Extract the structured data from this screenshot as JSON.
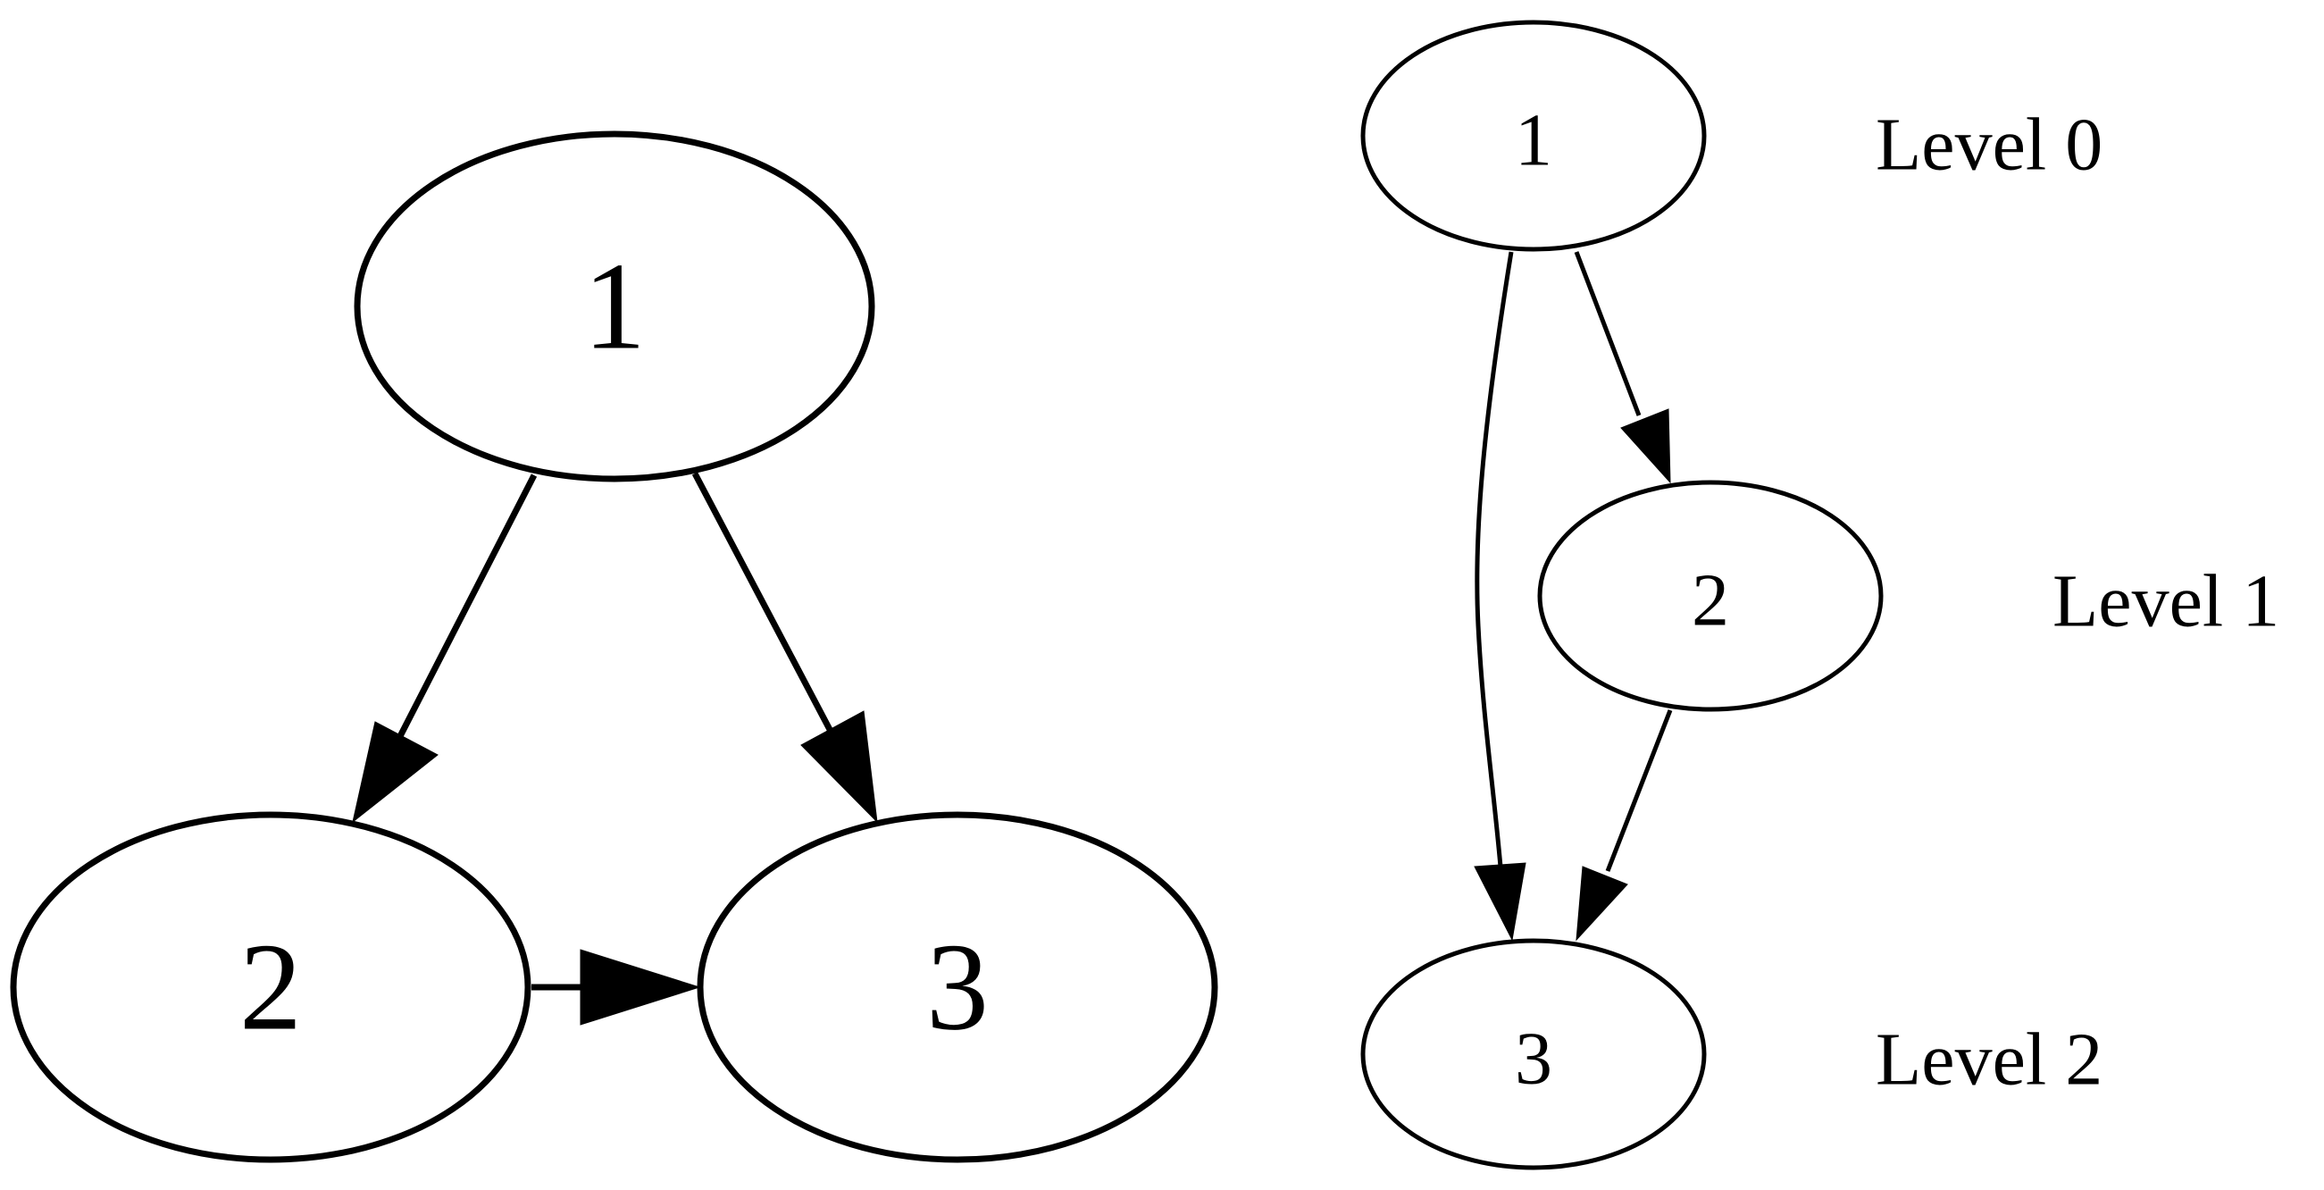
{
  "graphs": [
    {
      "nodes": [
        {
          "id": "1",
          "label": "1"
        },
        {
          "id": "2",
          "label": "2"
        },
        {
          "id": "3",
          "label": "3"
        }
      ],
      "edges": [
        {
          "from": "1",
          "to": "2"
        },
        {
          "from": "1",
          "to": "3"
        },
        {
          "from": "2",
          "to": "3"
        }
      ]
    },
    {
      "nodes": [
        {
          "id": "1",
          "label": "1",
          "level": 0
        },
        {
          "id": "2",
          "label": "2",
          "level": 1
        },
        {
          "id": "3",
          "label": "3",
          "level": 2
        }
      ],
      "edges": [
        {
          "from": "1",
          "to": "2"
        },
        {
          "from": "1",
          "to": "3"
        },
        {
          "from": "2",
          "to": "3"
        }
      ],
      "levels": [
        "Level 0",
        "Level 1",
        "Level 2"
      ]
    }
  ]
}
